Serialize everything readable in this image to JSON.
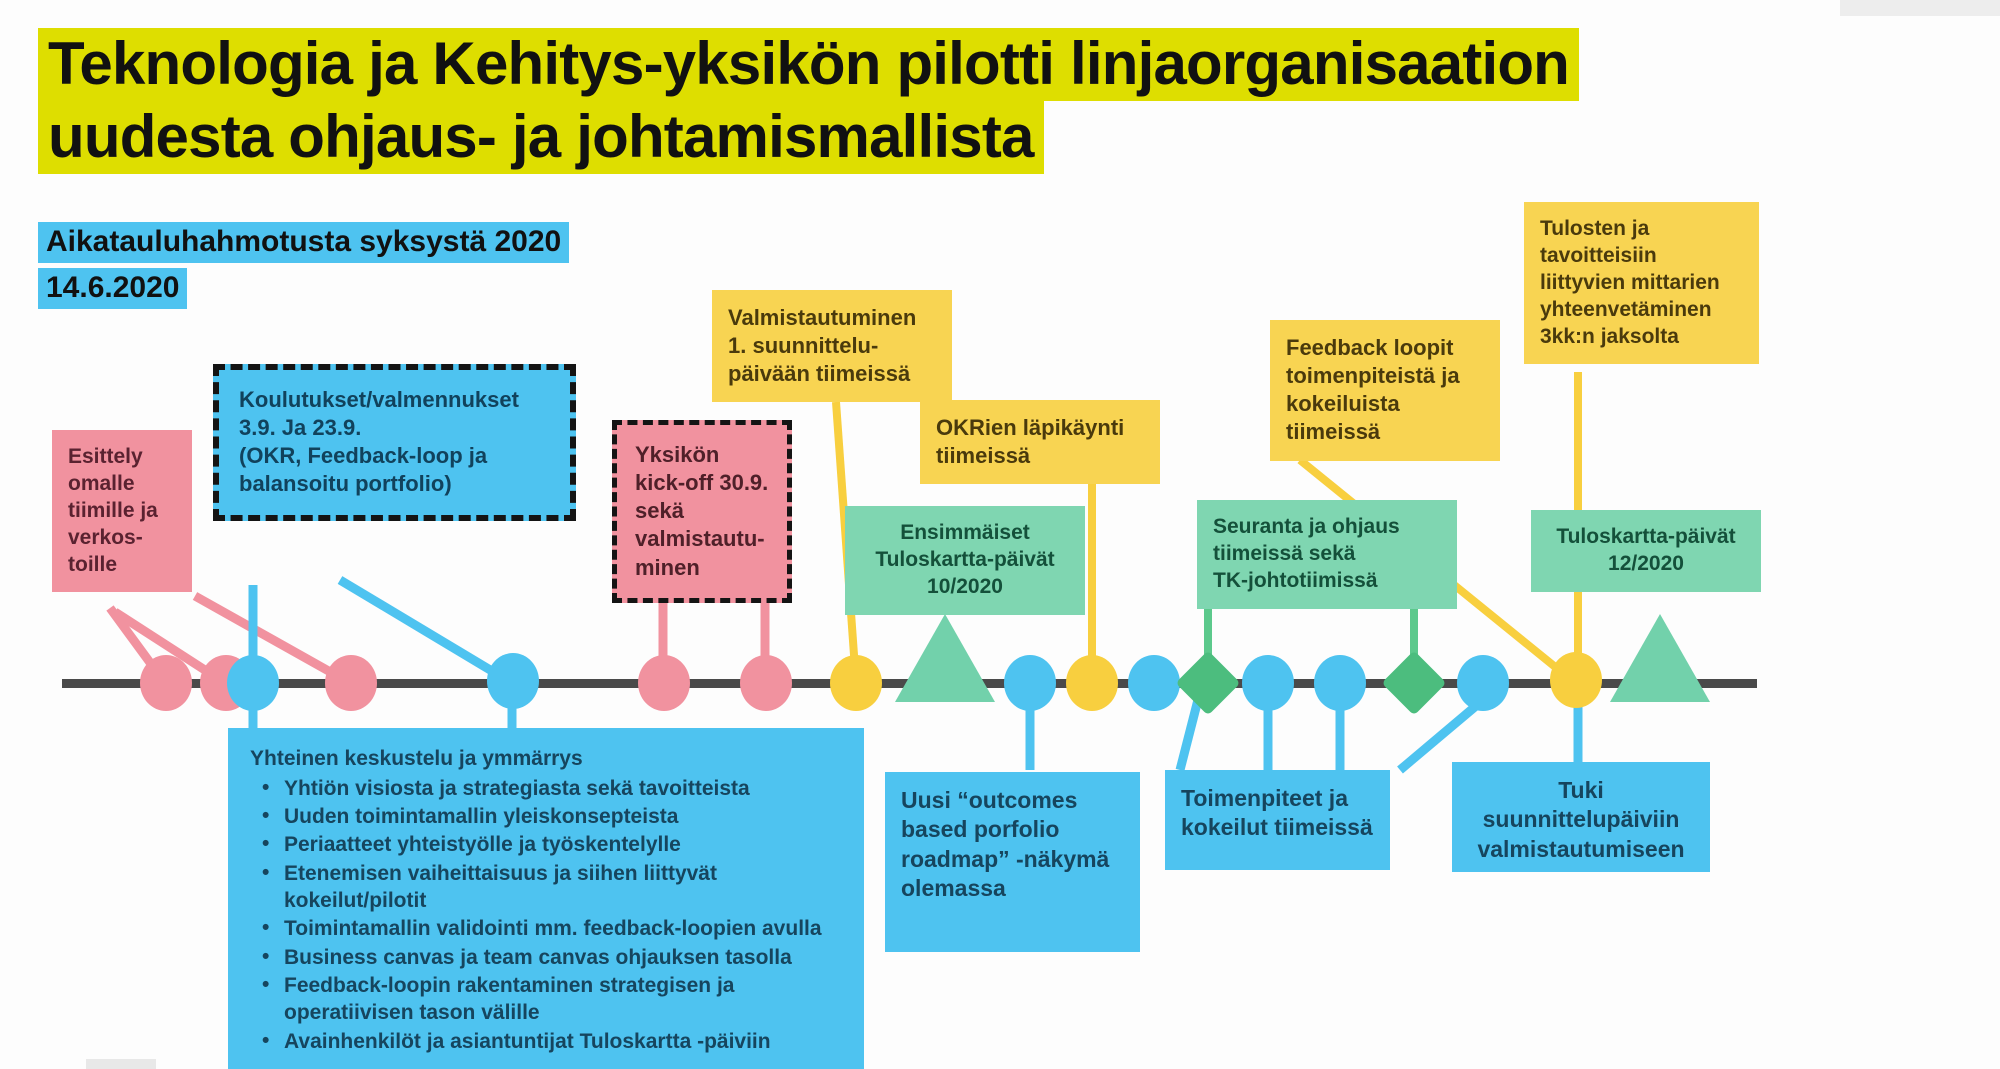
{
  "header": {
    "title_line1": "Teknologia ja Kehitys-yksikön pilotti linjaorganisaation",
    "title_line2": "uudesta ohjaus- ja johtamismallista",
    "subtitle": "Aikatauluhahmotusta syksystä 2020",
    "date": "14.6.2020",
    "title_highlight_color": "#dede00",
    "subtitle_highlight_color": "#4ec3f0"
  },
  "colors": {
    "pink": "#f1929f",
    "blue": "#4ec3f0",
    "yellow": "#f8d452",
    "yellow_node": "#f8cf3f",
    "green": "#7fd6b1",
    "green_diamond": "#4cbd7e",
    "axis": "#4a4a4a",
    "title_yellow": "#dede00"
  },
  "boxes": {
    "esittely": "Esittely\nomalle\ntiimille ja\nverkos-\ntoille",
    "koulutukset": "Koulutukset/valmennukset\n3.9. Ja 23.9.\n(OKR, Feedback-loop ja\nbalansoitu portfolio)",
    "kickoff": "Yksikön\nkick-off 30.9.\nsekä\nvalmistautu-\nminen",
    "valmistautuminen": "Valmistautuminen\n1. suunnittelu-\npäivään tiimeissä",
    "okrien": "OKRien läpikäynti\ntiimeissä",
    "ensimmaiset": "Ensimmäiset\nTuloskartta-päivät\n10/2020",
    "feedback_loopit": "Feedback loopit\ntoimenpiteistä ja\nkokeiluista\ntiimeissä",
    "seuranta": "Seuranta ja ohjaus\ntiimeissä sekä\nTK-johtotiimissä",
    "tulosten": "Tulosten ja\ntavoitteisiin\nliittyvien mittarien\nyhteenvetäminen\n3kk:n jaksolta",
    "tuloskartta_12": "Tuloskartta-päivät\n12/2020",
    "uusi_roadmap": "Uusi “outcomes\nbased porfolio\nroadmap” -näkymä\nolemassa",
    "toimenpiteet": "Toimenpiteet ja\nkokeilut tiimeissä",
    "tuki": "Tuki\nsuunnittelupäiviin\nvalmistautumiseen"
  },
  "discussion_box": {
    "lead": "Yhteinen keskustelu ja ymmärrys",
    "bullets": [
      "Yhtiön visiosta ja strategiasta sekä tavoitteista",
      "Uuden toimintamallin yleiskonsepteista",
      "Periaatteet yhteistyölle ja työskentelylle",
      "Etenemisen vaiheittaisuus ja siihen liittyvät kokeilut/pilotit",
      "Toimintamallin validointi mm. feedback-loopien avulla",
      "Business canvas ja team canvas ohjauksen tasolla",
      "Feedback-loopin rakentaminen strategisen ja operatiivisen tason välille",
      "Avainhenkilöt ja asiantuntijat Tuloskartta -päiviin"
    ]
  },
  "timeline_nodes": [
    {
      "name": "node-1-pink-circle",
      "shape": "circle",
      "color": "pink"
    },
    {
      "name": "node-2-pink-circle",
      "shape": "circle",
      "color": "pink"
    },
    {
      "name": "node-3-blue-circle",
      "shape": "circle",
      "color": "blue"
    },
    {
      "name": "node-4-pink-circle",
      "shape": "circle",
      "color": "pink"
    },
    {
      "name": "node-5-blue-circle",
      "shape": "circle",
      "color": "blue"
    },
    {
      "name": "node-6-pink-circle",
      "shape": "circle",
      "color": "pink"
    },
    {
      "name": "node-7-pink-circle",
      "shape": "circle",
      "color": "pink"
    },
    {
      "name": "node-8-yellow-circle",
      "shape": "circle",
      "color": "yellow"
    },
    {
      "name": "node-9-green-triangle",
      "shape": "triangle",
      "color": "green"
    },
    {
      "name": "node-10-blue-circle",
      "shape": "circle",
      "color": "blue"
    },
    {
      "name": "node-11-yellow-circle",
      "shape": "circle",
      "color": "yellow"
    },
    {
      "name": "node-12-blue-circle",
      "shape": "circle",
      "color": "blue"
    },
    {
      "name": "node-13-green-diamond",
      "shape": "diamond",
      "color": "green"
    },
    {
      "name": "node-14-blue-circle",
      "shape": "circle",
      "color": "blue"
    },
    {
      "name": "node-15-blue-circle",
      "shape": "circle",
      "color": "blue"
    },
    {
      "name": "node-16-green-diamond",
      "shape": "diamond",
      "color": "green"
    },
    {
      "name": "node-17-blue-circle",
      "shape": "circle",
      "color": "blue"
    },
    {
      "name": "node-18-yellow-circle",
      "shape": "circle",
      "color": "yellow"
    },
    {
      "name": "node-19-green-triangle",
      "shape": "triangle",
      "color": "green"
    }
  ]
}
